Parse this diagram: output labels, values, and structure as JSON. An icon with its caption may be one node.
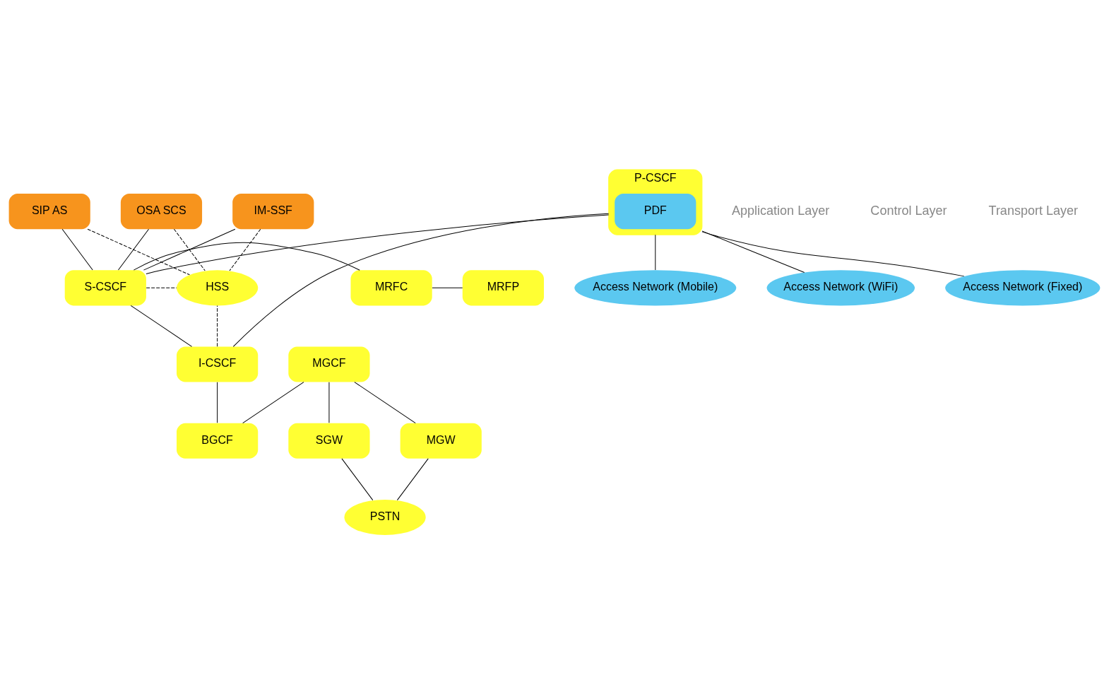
{
  "diagram": {
    "nodes": [
      {
        "text": [
          "SIP AS"
        ]
      },
      {
        "text": [
          "OSA SCS"
        ]
      },
      {
        "text": [
          "IM-SSF"
        ]
      },
      {
        "text": [
          "MRFC"
        ]
      },
      {
        "text": [
          "MRFP"
        ]
      },
      {
        "text": [
          "S-CSCF"
        ]
      },
      {
        "text": [
          "HSS"
        ]
      },
      {
        "text": [
          "P-CSCF"
        ]
      },
      {
        "text": [
          "PDF"
        ],
        "in": 7
      },
      {
        "text": [
          "I-CSCF"
        ]
      },
      {
        "text": [
          "MGCF"
        ]
      },
      {
        "text": [
          "SGW"
        ]
      },
      {
        "text": [
          "PSTN"
        ]
      },
      {
        "text": [
          "BGCF"
        ]
      },
      {
        "text": [
          "MGW"
        ]
      },
      {
        "text": [
          "Access Network (Mobile)"
        ]
      },
      {
        "text": [
          "Access Network (WiFi)"
        ]
      },
      {
        "text": [
          "Access Network (Fixed)"
        ]
      }
    ],
    "edges": [
      {
        "from": 0,
        "to": 5,
        "arrow": "none"
      },
      {
        "from": 0,
        "to": 6,
        "arrow": "none",
        "style": "dashed"
      },
      {
        "from": 1,
        "to": 5,
        "arrow": "none"
      },
      {
        "from": 1,
        "to": 6,
        "arrow": "none",
        "style": "dashed"
      },
      {
        "from": 2,
        "to": 5,
        "arrow": "none"
      },
      {
        "from": 2,
        "to": 6,
        "arrow": "none",
        "style": "dashed"
      },
      {
        "from": 5,
        "to": 3,
        "arrow": "none"
      },
      {
        "from": 3,
        "to": 4,
        "arrow": "none"
      },
      {
        "from": 5,
        "to": 6,
        "arrow": "none",
        "style": "dashed"
      },
      {
        "from": 5,
        "to": 9,
        "arrow": "none"
      },
      {
        "from": 7,
        "to": 5,
        "arrow": "none"
      },
      {
        "from": 7,
        "to": 9,
        "arrow": "none"
      },
      {
        "from": 9,
        "to": 6,
        "arrow": "none",
        "style": "dashed"
      },
      {
        "from": 9,
        "to": 13,
        "arrow": "none"
      },
      {
        "from": 10,
        "to": 11,
        "arrow": "none"
      },
      {
        "from": 10,
        "to": 13,
        "arrow": "none"
      },
      {
        "from": 10,
        "to": 14,
        "arrow": "none"
      },
      {
        "from": 11,
        "to": 12,
        "arrow": "none"
      },
      {
        "from": 14,
        "to": 12,
        "arrow": "none"
      },
      {
        "from": 7,
        "to": 15,
        "arrow": "none"
      },
      {
        "from": 7,
        "to": 16,
        "arrow": "none"
      },
      {
        "from": 7,
        "to": 17,
        "arrow": "none"
      }
    ],
    "labels": [
      "Application Layer",
      "Control Layer",
      "Transport Layer"
    ]
  }
}
